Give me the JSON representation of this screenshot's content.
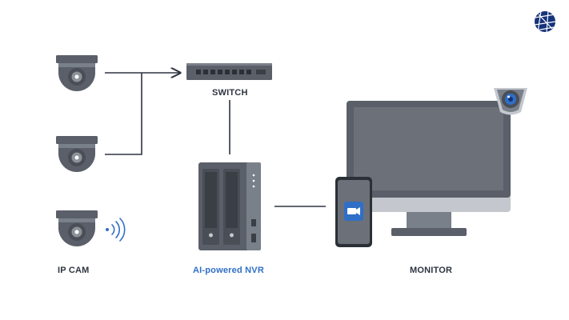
{
  "labels": {
    "ip_cam": "IP CAM",
    "nvr": "AI-powered NVR",
    "switch": "SWITCH",
    "monitor": "MONITOR"
  },
  "nodes": [
    {
      "id": "camera-1",
      "type": "dome-camera",
      "connection": "wired"
    },
    {
      "id": "camera-2",
      "type": "dome-camera",
      "connection": "wired"
    },
    {
      "id": "camera-3",
      "type": "dome-camera",
      "connection": "wireless"
    },
    {
      "id": "switch",
      "type": "network-switch"
    },
    {
      "id": "nvr",
      "type": "nas-2-bay"
    },
    {
      "id": "phone",
      "type": "smartphone"
    },
    {
      "id": "monitor",
      "type": "desktop-monitor"
    }
  ],
  "edges": [
    {
      "from": "camera-1",
      "to": "switch",
      "arrow": true
    },
    {
      "from": "camera-2",
      "to": "switch",
      "arrow": true
    },
    {
      "from": "switch",
      "to": "nvr",
      "arrow": false
    },
    {
      "from": "nvr",
      "to": "phone",
      "arrow": false
    }
  ],
  "icons": {
    "logo": "globe-logo-icon",
    "wireless": "wifi-signal-icon",
    "surveillance": "security-camera-icon",
    "phone_app": "video-camera-icon"
  },
  "colors": {
    "device_dark": "#5a5f69",
    "device_mid": "#7a8089",
    "device_light": "#c4c8ce",
    "line": "#2e3440",
    "accent_blue": "#2f6fc7",
    "screen": "#6c7078",
    "logo_blue": "#16327a"
  }
}
